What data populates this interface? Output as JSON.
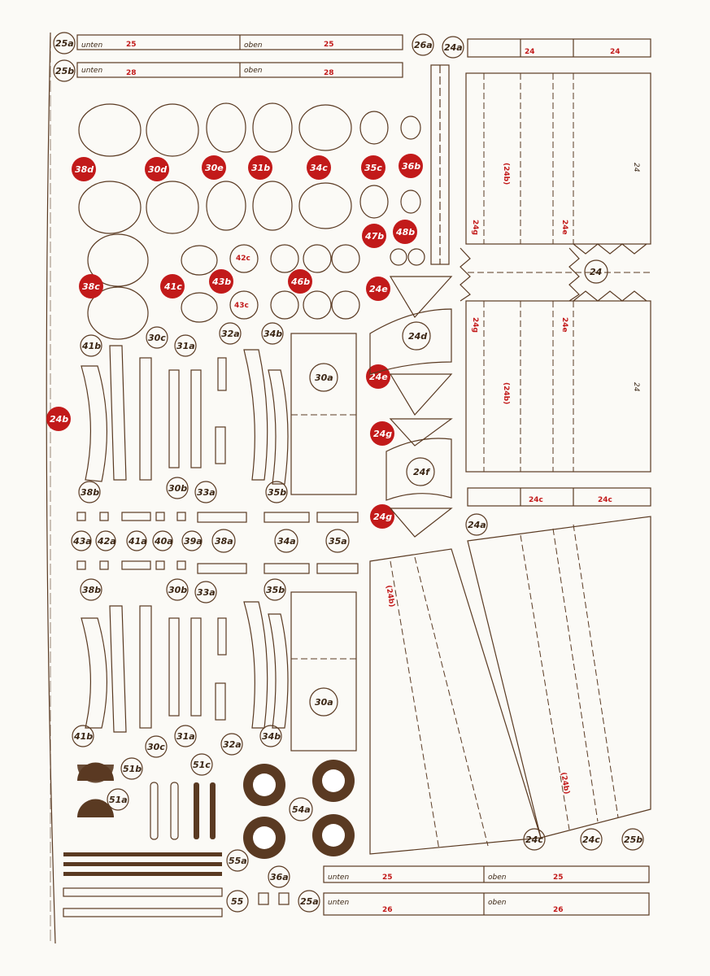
{
  "sheet": {
    "strip_words": {
      "unten": "unten",
      "oben": "oben"
    },
    "strip_numbers": {
      "n25": "25",
      "n26": "26",
      "n28": "28"
    },
    "labels_circle": {
      "l25a": "25a",
      "l25b": "25b",
      "l26a": "26a",
      "l24a": "24a",
      "l24": "24",
      "l24d": "24d",
      "l24f": "24f",
      "l24c": "24c",
      "l41b": "41b",
      "l30c": "30c",
      "l31a": "31a",
      "l32a": "32a",
      "l34b": "34b",
      "l38b": "38b",
      "l30b": "30b",
      "l33a": "33a",
      "l35b": "35b",
      "l43a": "43a",
      "l42a": "42a",
      "l41a": "41a",
      "l40a": "40a",
      "l39a": "39a",
      "l38a": "38a",
      "l34a": "34a",
      "l35a": "35a",
      "l30a": "30a",
      "l51b": "51b",
      "l51a": "51a",
      "l51c": "51c",
      "l54a": "54a",
      "l55a": "55a",
      "l55": "55",
      "l36a": "36a"
    },
    "labels_red": {
      "r38d": "38d",
      "r30d": "30d",
      "r30e": "30e",
      "r31b": "31b",
      "r34c": "34c",
      "r35c": "35c",
      "r36b": "36b",
      "r38c": "38c",
      "r41c": "41c",
      "r43b": "43b",
      "r46b": "46b",
      "r47b": "47b",
      "r48b": "48b",
      "r24e": "24e",
      "r24g": "24g",
      "r24b": "24b"
    },
    "part_labels": {
      "p24b": "(24b)",
      "p24e": "24e",
      "p24g": "24g",
      "p24": "24",
      "p42c": "42c",
      "p43c": "43c",
      "p24c": "24c"
    }
  }
}
